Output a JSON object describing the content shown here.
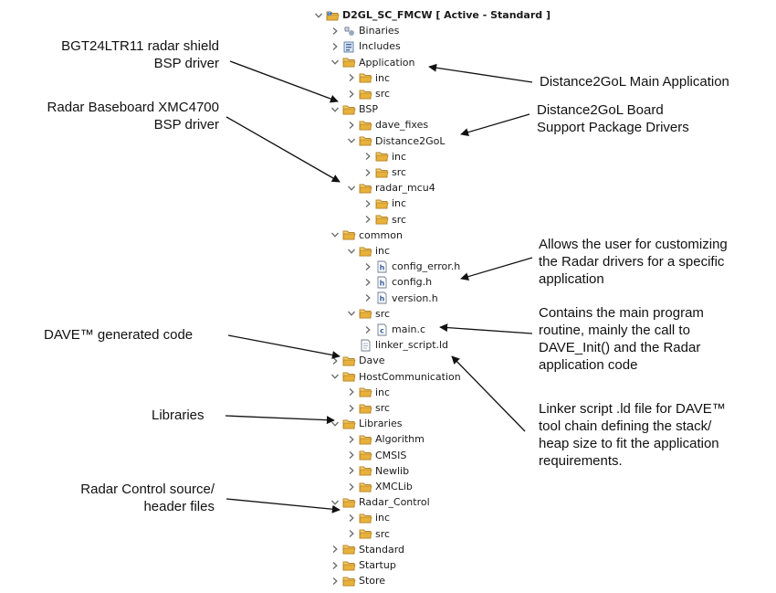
{
  "tree": [
    {
      "depth": 0,
      "label": "D2GL_SC_FMCW [ Active - Standard ]",
      "icon": "project-folder-icon",
      "expanded": true,
      "root": true
    },
    {
      "depth": 1,
      "label": "Binaries",
      "icon": "binaries-icon",
      "expanded": false
    },
    {
      "depth": 1,
      "label": "Includes",
      "icon": "includes-icon",
      "expanded": false
    },
    {
      "depth": 1,
      "label": "Application",
      "icon": "folder-icon",
      "expanded": true
    },
    {
      "depth": 2,
      "label": "inc",
      "icon": "folder-icon",
      "expanded": false
    },
    {
      "depth": 2,
      "label": "src",
      "icon": "folder-icon",
      "expanded": false
    },
    {
      "depth": 1,
      "label": "BSP",
      "icon": "folder-icon",
      "expanded": true
    },
    {
      "depth": 2,
      "label": "dave_fixes",
      "icon": "folder-icon",
      "expanded": false
    },
    {
      "depth": 2,
      "label": "Distance2GoL",
      "icon": "folder-icon",
      "expanded": true
    },
    {
      "depth": 3,
      "label": "inc",
      "icon": "folder-icon",
      "expanded": false
    },
    {
      "depth": 3,
      "label": "src",
      "icon": "folder-icon",
      "expanded": false
    },
    {
      "depth": 2,
      "label": "radar_mcu4",
      "icon": "folder-icon",
      "expanded": true
    },
    {
      "depth": 3,
      "label": "inc",
      "icon": "folder-icon",
      "expanded": false
    },
    {
      "depth": 3,
      "label": "src",
      "icon": "folder-icon",
      "expanded": false
    },
    {
      "depth": 1,
      "label": "common",
      "icon": "folder-icon",
      "expanded": true
    },
    {
      "depth": 2,
      "label": "inc",
      "icon": "folder-icon",
      "expanded": true
    },
    {
      "depth": 3,
      "label": "config_error.h",
      "icon": "header-file-icon",
      "expanded": false
    },
    {
      "depth": 3,
      "label": "config.h",
      "icon": "header-file-icon",
      "expanded": false
    },
    {
      "depth": 3,
      "label": "version.h",
      "icon": "header-file-icon",
      "expanded": false
    },
    {
      "depth": 2,
      "label": "src",
      "icon": "folder-icon",
      "expanded": true
    },
    {
      "depth": 3,
      "label": "main.c",
      "icon": "c-file-icon",
      "expanded": false
    },
    {
      "depth": 2,
      "label": "linker_script.ld",
      "icon": "text-file-icon",
      "leaf": true
    },
    {
      "depth": 1,
      "label": "Dave",
      "icon": "folder-icon",
      "expanded": false
    },
    {
      "depth": 1,
      "label": "HostCommunication",
      "icon": "folder-icon",
      "expanded": true
    },
    {
      "depth": 2,
      "label": "inc",
      "icon": "folder-icon",
      "expanded": false
    },
    {
      "depth": 2,
      "label": "src",
      "icon": "folder-icon",
      "expanded": false
    },
    {
      "depth": 1,
      "label": "Libraries",
      "icon": "folder-icon",
      "expanded": true
    },
    {
      "depth": 2,
      "label": "Algorithm",
      "icon": "folder-icon",
      "expanded": false
    },
    {
      "depth": 2,
      "label": "CMSIS",
      "icon": "folder-icon",
      "expanded": false
    },
    {
      "depth": 2,
      "label": "Newlib",
      "icon": "folder-icon",
      "expanded": false
    },
    {
      "depth": 2,
      "label": "XMCLib",
      "icon": "folder-icon",
      "expanded": false
    },
    {
      "depth": 1,
      "label": "Radar_Control",
      "icon": "folder-icon",
      "expanded": true
    },
    {
      "depth": 2,
      "label": "inc",
      "icon": "folder-icon",
      "expanded": false
    },
    {
      "depth": 2,
      "label": "src",
      "icon": "folder-icon",
      "expanded": false
    },
    {
      "depth": 1,
      "label": "Standard",
      "icon": "folder-icon",
      "expanded": false
    },
    {
      "depth": 1,
      "label": "Startup",
      "icon": "folder-icon",
      "expanded": false
    },
    {
      "depth": 1,
      "label": "Store",
      "icon": "folder-icon",
      "expanded": false
    }
  ],
  "annotations": {
    "bgt24": [
      "BGT24LTR11 radar shield",
      "BSP driver"
    ],
    "xmc4700": [
      "Radar Baseboard XMC4700",
      "BSP driver"
    ],
    "dave_generated": [
      "DAVE™ generated code"
    ],
    "libraries": [
      "Libraries"
    ],
    "radar_control": [
      "Radar Control source/",
      "header files"
    ],
    "main_app": [
      "Distance2GoL Main Application"
    ],
    "board_support": [
      "Distance2GoL Board",
      "Support Package Drivers"
    ],
    "customize": [
      "Allows the user for customizing",
      "the Radar drivers for a specific",
      "application"
    ],
    "main_program": [
      "Contains the main program",
      "routine, mainly the call to",
      "DAVE_Init() and the Radar",
      "application code"
    ],
    "linker": [
      "Linker script .ld file for DAVE™",
      "tool chain defining the stack/",
      "heap size to fit the application",
      "requirements."
    ]
  },
  "colors": {
    "folder": "#e8b13a",
    "folder_dark": "#b5842a",
    "arrow_line": "#111111",
    "chevron": "#6b6b6b"
  }
}
